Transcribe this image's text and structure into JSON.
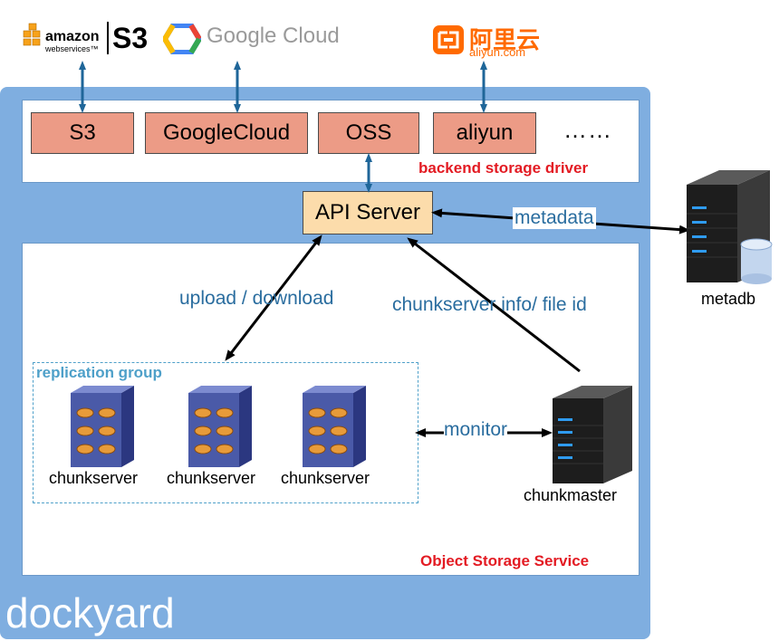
{
  "logos": {
    "aws_text": "amazon",
    "aws_sub": "webservices™",
    "s3_text": "S3",
    "google_cloud": "Google Cloud",
    "aliyun_cn": "阿里云",
    "aliyun_com": "aliyun.com"
  },
  "drivers": {
    "s3": "S3",
    "googlecloud": "GoogleCloud",
    "oss": "OSS",
    "aliyun": "aliyun",
    "more": "……"
  },
  "labels": {
    "backend": "backend storage driver",
    "api_server": "API Server",
    "metadata": "metadata",
    "metadb": "metadb",
    "upload_download": "upload / download",
    "chunkserver_info": "chunkserver info/ file id",
    "replication_group": "replication group",
    "chunkserver": "chunkserver",
    "monitor": "monitor",
    "chunkmaster": "chunkmaster",
    "oss_service": "Object Storage Service",
    "dockyard": "dockyard"
  },
  "colors": {
    "panel_bg": "#7faee0",
    "driver_fill": "#ec9b86",
    "api_fill": "#fcdcab",
    "red_label": "#e31b23",
    "blue_text": "#2a6d9f",
    "arrow_blue": "#1f6699"
  }
}
